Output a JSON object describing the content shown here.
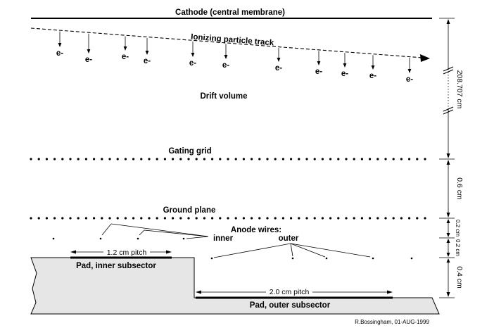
{
  "labels": {
    "cathode": "Cathode (central membrane)",
    "track": "Ionizing particle track",
    "drift_volume": "Drift volume",
    "gating_grid": "Gating grid",
    "ground_plane": "Ground plane",
    "anode_wires": "Anode wires:",
    "inner": "inner",
    "outer": "outer",
    "inner_pitch": "1.2 cm pitch",
    "outer_pitch": "2.0 cm pitch",
    "pad_inner": "Pad, inner subsector",
    "pad_outer": "Pad, outer subsector",
    "credit": "R.Bossingham, 01-AUG-1999",
    "electron": "e-"
  },
  "dimensions": {
    "drift": "208.707 cm",
    "gating": "0.6 cm",
    "anode_gap_1": "0.2 cm",
    "anode_gap_2": "0.2 cm",
    "pad_gap": "0.4 cm"
  },
  "colors": {
    "line": "#000000",
    "pad_fill": "#e6e6e6"
  }
}
